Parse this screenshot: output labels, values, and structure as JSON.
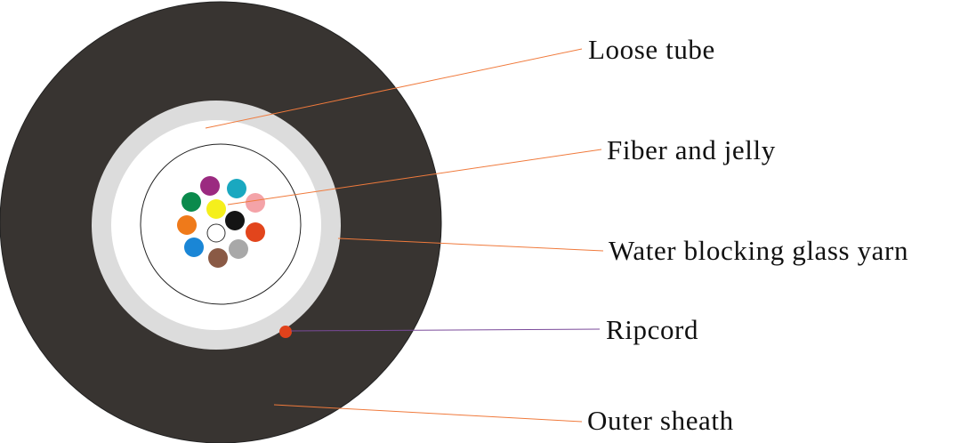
{
  "colors": {
    "outer_sheath": "#383431",
    "glass_yarn": "#dcdcdc",
    "loose_tube_interior": "#ffffff",
    "tube_outline": "#222222",
    "ripcord": "#e0421b",
    "leader_line": "#f07a3c",
    "ripcord_leader_line": "#7a4a9a"
  },
  "fibers": [
    {
      "name": "fiber-violet",
      "color": "#9b2a80"
    },
    {
      "name": "fiber-aqua",
      "color": "#1aa8c0"
    },
    {
      "name": "fiber-green",
      "color": "#0a8a4c"
    },
    {
      "name": "fiber-yellow",
      "color": "#f5ef1c"
    },
    {
      "name": "fiber-rose",
      "color": "#f4a3a8"
    },
    {
      "name": "fiber-orange",
      "color": "#ef7a1a"
    },
    {
      "name": "fiber-black",
      "color": "#141414"
    },
    {
      "name": "fiber-red",
      "color": "#e2451c"
    },
    {
      "name": "fiber-white",
      "color": "#ffffff"
    },
    {
      "name": "fiber-blue",
      "color": "#1a86d6"
    },
    {
      "name": "fiber-slate",
      "color": "#a8a8a8"
    },
    {
      "name": "fiber-brown",
      "color": "#8a5a45"
    }
  ],
  "labels": {
    "loose_tube": "Loose tube",
    "fiber_and_jelly": "Fiber and jelly",
    "water_blocking_glass_yarn": "Water blocking glass yarn",
    "ripcord": "Ripcord",
    "outer_sheath": "Outer sheath"
  }
}
